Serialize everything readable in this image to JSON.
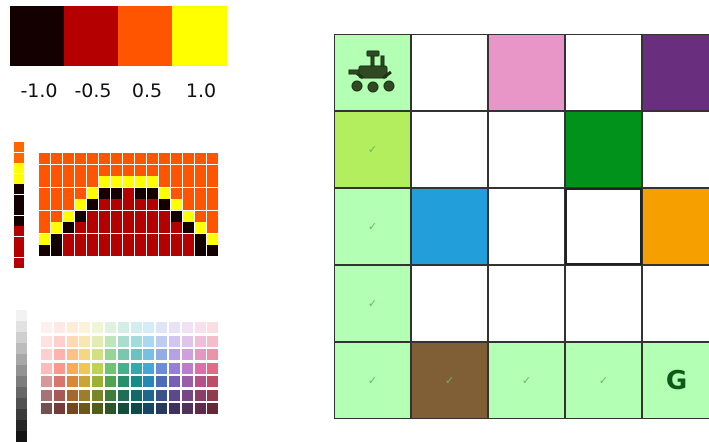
{
  "legend": {
    "colors": [
      "#140000",
      "#b50000",
      "#ff5500",
      "#ffff00"
    ],
    "labels": [
      "-1.0",
      "-0.5",
      "0.5",
      "1.0"
    ]
  },
  "value_strip": [
    "#ff6600",
    "#ff6600",
    "#ffff00",
    "#ffff00",
    "#140000",
    "#140000",
    "#140000",
    "#140000",
    "#b50000",
    "#b50000",
    "#b50000",
    "#b50000"
  ],
  "pattern": {
    "key": {
      "K": "#140000",
      "R": "#b50000",
      "O": "#ff5500",
      "Y": "#ffff00"
    },
    "rows": [
      "OOOOOOOOOOOOOOO",
      "OOOOOOOOOOOOOOO",
      "OOOOOYYYYYOOOOO",
      "OOOOYKKRKKYOOOO",
      "OOOYKRRRRRKYOOO",
      "OOYKRRRRRRRKYOO",
      "OYKRRRRRRRRRKYO",
      "YKRRRRRRRRRRRKY",
      "KKRRRRRRRRRRRKK"
    ]
  },
  "grayscale": [
    "#f2f2f2",
    "#e2e2e2",
    "#cfcfcf",
    "#bcbcbc",
    "#a8a8a8",
    "#939393",
    "#7d7d7d",
    "#676767",
    "#515151",
    "#3b3b3b",
    "#262626",
    "#141414"
  ],
  "palette": {
    "hues": [
      "#ffb3b3",
      "#ff8a80",
      "#ff9f40",
      "#f0c040",
      "#b7cf3e",
      "#5fbf5f",
      "#2eab7f",
      "#1aa3a3",
      "#2b9fd6",
      "#5b7fd6",
      "#8e6fd6",
      "#b56fc6",
      "#d65f9f",
      "#e05a7a"
    ],
    "shades": [
      0.8,
      0.6,
      0.35,
      0.1,
      -0.15,
      -0.35,
      -0.55
    ]
  },
  "grid": {
    "rows": 5,
    "cols": 5,
    "cells": [
      [
        {
          "bg": "#b3ffb3",
          "content": "rover"
        },
        {
          "bg": "#ffffff"
        },
        {
          "bg": "#e896c8"
        },
        {
          "bg": "#ffffff"
        },
        {
          "bg": "#6a2e7f"
        }
      ],
      [
        {
          "bg": "#b3ee5f",
          "content": "check"
        },
        {
          "bg": "#ffffff"
        },
        {
          "bg": "#ffffff"
        },
        {
          "bg": "#00921a"
        },
        {
          "bg": "#ffffff"
        }
      ],
      [
        {
          "bg": "#b3ffb3",
          "content": "check"
        },
        {
          "bg": "#229fdb"
        },
        {
          "bg": "#ffffff"
        },
        {
          "bg": "#ffffff",
          "thick": true
        },
        {
          "bg": "#f5a000"
        }
      ],
      [
        {
          "bg": "#b3ffb3",
          "content": "check"
        },
        {
          "bg": "#ffffff"
        },
        {
          "bg": "#ffffff"
        },
        {
          "bg": "#ffffff"
        },
        {
          "bg": "#ffffff"
        }
      ],
      [
        {
          "bg": "#b3ffb3",
          "content": "check"
        },
        {
          "bg": "#815f36",
          "content": "check"
        },
        {
          "bg": "#b3ffb3",
          "content": "check"
        },
        {
          "bg": "#b3ffb3",
          "content": "check"
        },
        {
          "bg": "#b3ffb3",
          "content": "goal"
        }
      ]
    ],
    "check_glyph": "✓",
    "goal_label": "G",
    "agent_icon": "rover-icon"
  }
}
